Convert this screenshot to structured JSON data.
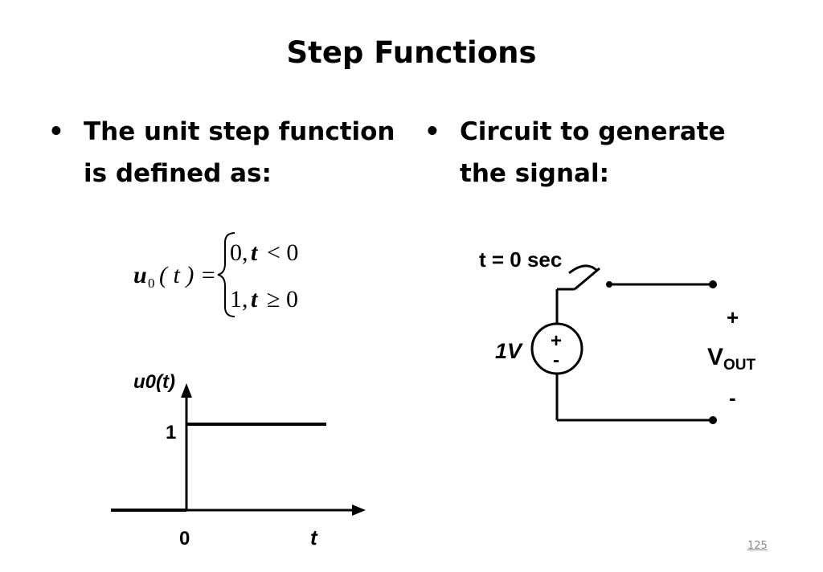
{
  "slide": {
    "title": "Step Functions",
    "page_number": "125"
  },
  "left": {
    "bullet_marker": "•",
    "bullet_line1": "The unit step function",
    "bullet_line2": "is defined as:"
  },
  "right": {
    "bullet_marker": "•",
    "bullet_line1": "Circuit to generate",
    "bullet_line2": "the signal:"
  },
  "equation": {
    "lhs_var": "u",
    "lhs_sub": "0",
    "lhs_arg": "( t ) =",
    "case1_val": "0,",
    "case1_cond_var": "t",
    "case1_cond_rel": "< 0",
    "case2_val": "1,",
    "case2_cond_var": "t",
    "case2_cond_rel": "≥ 0"
  },
  "graph": {
    "y_label": "u0(t)",
    "y_tick": "1",
    "x_tick": "0",
    "x_label": "t"
  },
  "circuit": {
    "switch_label": "t = 0 sec",
    "source_label": "1V",
    "source_plus": "+",
    "source_minus": "-",
    "out_plus": "+",
    "out_label": "V",
    "out_sub": "OUT",
    "out_minus": "-"
  }
}
